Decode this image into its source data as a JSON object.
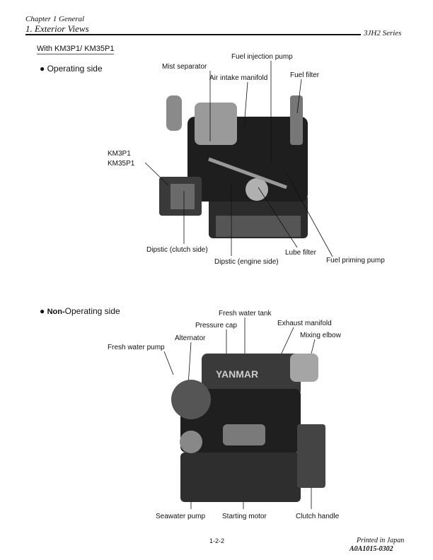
{
  "header": {
    "chapter": "Chapter 1 General",
    "section": "1. Exterior Views",
    "series": "3JH2 Series"
  },
  "subtitle": "With KM3P1/ KM35P1",
  "operating_side": {
    "heading": "Operating side",
    "labels": {
      "fuel_injection_pump": "Fuel injection pump",
      "mist_separator": "Mist separator",
      "air_intake_manifold": "Air intake manifold",
      "fuel_filter": "Fuel filter",
      "km3p1": "KM3P1",
      "km35p1": "KM35P1",
      "dipstic_clutch": "Dipstic (clutch side)",
      "lube_filter": "Lube filter",
      "dipstic_engine": "Dipstic (engine side)",
      "fuel_priming_pump": "Fuel priming pump"
    }
  },
  "non_operating_side": {
    "heading_prefix": "Non-",
    "heading": "Operating side",
    "labels": {
      "fresh_water_tank": "Fresh water tank",
      "pressure_cap": "Pressure cap",
      "exhaust_manifold": "Exhaust manifold",
      "alternator": "Alternator",
      "mixing_elbow": "Mixing elbow",
      "fresh_water_pump": "Fresh water pump",
      "seawater_pump": "Seawater pump",
      "starting_motor": "Starting motor",
      "clutch_handle": "Clutch handle"
    },
    "brand_logo": "YANMAR"
  },
  "footer": {
    "page": "1-2-2",
    "printed": "Printed in Japan",
    "code": "A0A1015-0302"
  }
}
